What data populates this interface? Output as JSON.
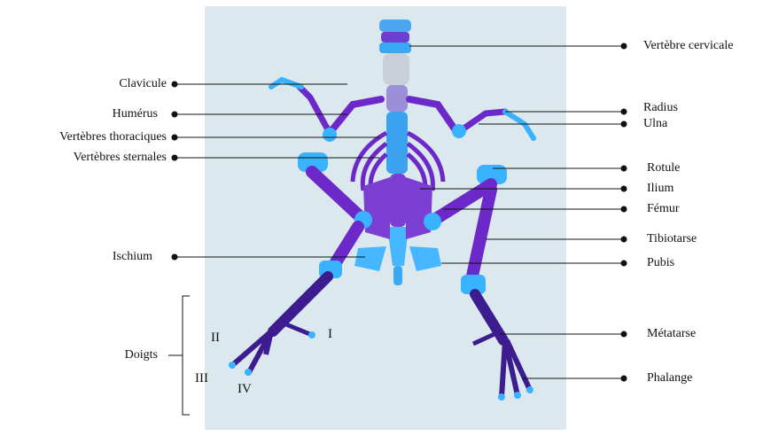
{
  "colors": {
    "background": "#dbe9ee",
    "cartilage": "#39b3ff",
    "bone": "#6d28c9",
    "bone_dark": "#3c1c8f",
    "leader_line": "#111111"
  },
  "labels_left": [
    {
      "text": "Clavicule"
    },
    {
      "text": "Humérus"
    },
    {
      "text": "Vertèbres thoraciques"
    },
    {
      "text": "Vertèbres sternales"
    },
    {
      "text": "Ischium"
    },
    {
      "text": "Doigts"
    }
  ],
  "labels_right": [
    {
      "text": "Vertèbre cervicale"
    },
    {
      "text": "Radius"
    },
    {
      "text": "Ulna"
    },
    {
      "text": "Rotule"
    },
    {
      "text": "Ilium"
    },
    {
      "text": "Fémur"
    },
    {
      "text": "Tibiotarse"
    },
    {
      "text": "Pubis"
    },
    {
      "text": "Métatarse"
    },
    {
      "text": "Phalange"
    }
  ],
  "digit_numerals": {
    "i": "I",
    "ii": "II",
    "iii": "III",
    "iv": "IV"
  }
}
